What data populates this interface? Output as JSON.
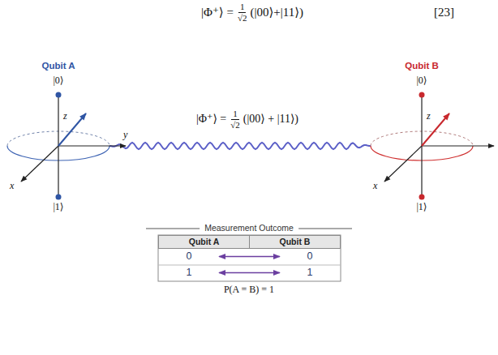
{
  "diagram": {
    "nodes": [
      {
        "text": [
          "Qubit A"
        ]
      },
      {
        "text": [
          "Qubit B"
        ]
      },
      {
        "text": [
          "Qubit A"
        ]
      },
      {
        "text": [
          "Qubit B"
        ]
      },
      {
        "text": [
          "0"
        ]
      },
      {
        "text": [
          "0"
        ]
      },
      {
        "text": [
          "1"
        ]
      },
      {
        "text": [
          "1"
        ]
      }
    ],
    "edges": [
      {
        "from": 0,
        "to": 1,
        "arrow": "none"
      },
      {
        "from": 4,
        "to": 5,
        "arrow": "both"
      },
      {
        "from": 6,
        "to": 7,
        "arrow": "both"
      }
    ],
    "labels": [
      "|Φ⁺⟩ =",
      "1",
      "√2",
      "(|00⟩+|11⟩)",
      "[23]",
      "|0⟩",
      "z",
      "y",
      "x",
      "|1⟩",
      "|Φ⁺⟩ =",
      "1",
      "√2",
      "(|00⟩ + |11⟩)",
      "|0⟩",
      "z",
      "x",
      "|1⟩",
      "Measurement Outcome",
      "P(A = B) = 1"
    ]
  }
}
